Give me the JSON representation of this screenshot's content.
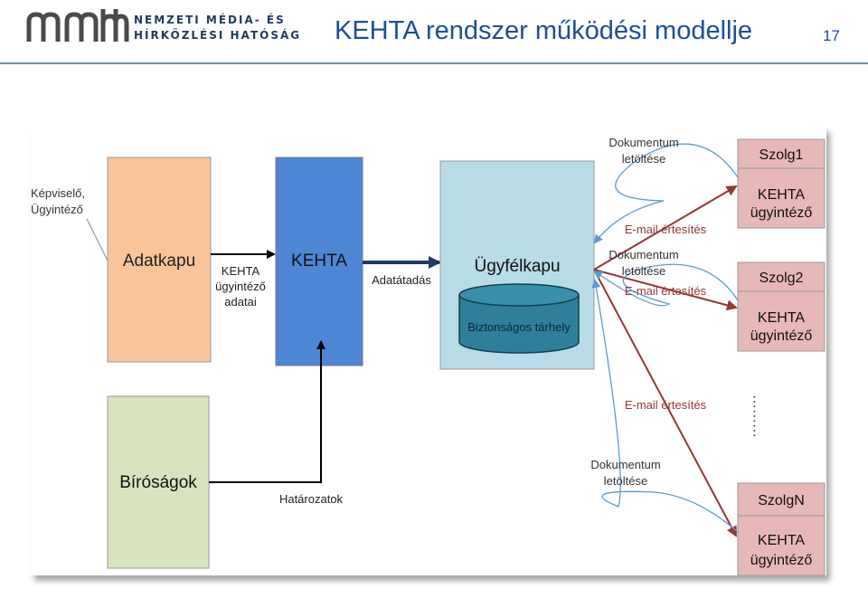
{
  "header": {
    "logo_line1": "NEMZETI MÉDIA- ÉS",
    "logo_line2": "HÍRKÖZLÉSI HATÓSÁG",
    "title": "KEHTA rendszer működési modellje",
    "page_number": "17"
  },
  "diagram": {
    "representative_label_line1": "Képviselő,",
    "representative_label_line2": "Ügyintéző",
    "adatkapu": "Adatkapu",
    "kehta_data_line1": "KEHTA",
    "kehta_data_line2": "ügyintéző",
    "kehta_data_line3": "adatai",
    "kehta": "KEHTA",
    "adatatadas": "Adatátadás",
    "ugyfelkapu": "Ügyfélkapu",
    "storage": "Biztonságos tárhely",
    "birosagok": "Bíróságok",
    "hatarozatok": "Határozatok",
    "doc_download_line1": "Dokumentum",
    "doc_download_line2": "letöltése",
    "email_notice": "E-mail értesítés",
    "szolg1": "Szolg1",
    "szolg2": "Szolg2",
    "szolgN": "SzolgN",
    "kehta_clerk_line1": "KEHTA",
    "kehta_clerk_line2": "ügyintéző",
    "ellipsis": "·········"
  },
  "colors": {
    "title_blue": "#1f4e99",
    "adatkapu_fill": "#f8c49b",
    "kehta_fill": "#4e86d6",
    "ugyfelkapu_fill": "#b8dbe8",
    "storage_fill": "#2f7f98",
    "birosagok_fill": "#d7e4bd",
    "szolg_fill": "#e6b8b7",
    "email_arrow": "#953735",
    "download_arrow": "#5b9bd5"
  }
}
